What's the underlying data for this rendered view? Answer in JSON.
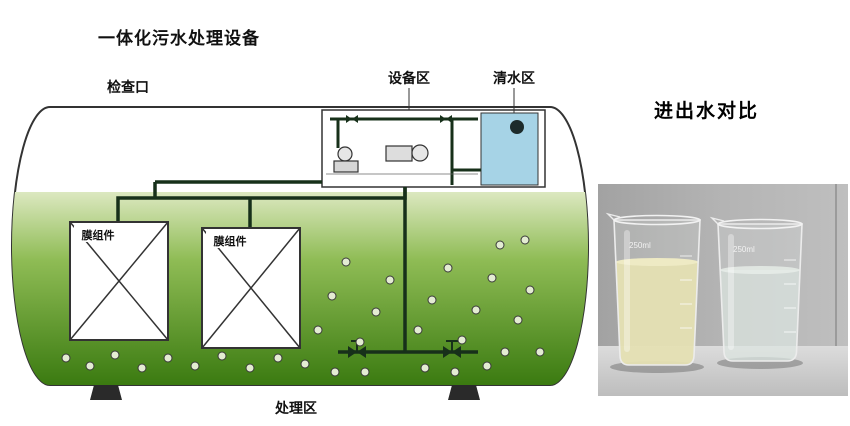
{
  "diagram": {
    "title": "一体化污水处理设备",
    "labels": {
      "inspection_port": "检查口",
      "equipment_area": "设备区",
      "clean_water_area": "清水区",
      "treatment_area": "处理区"
    },
    "membrane_modules": [
      {
        "label": "膜组件"
      },
      {
        "label": "膜组件"
      }
    ],
    "colors": {
      "water_gradient_top": "#dce8c0",
      "water_gradient_mid": "#8fbc55",
      "water_gradient_bottom": "#3a7a10",
      "clean_water": "#a6d3e6",
      "pipe": "#17301a",
      "tank_outline": "#333333"
    }
  },
  "comparison": {
    "title": "进出水对比",
    "beakers": [
      {
        "volume_label": "250ml",
        "liquid_color": "#e4dda8"
      },
      {
        "volume_label": "250ml",
        "liquid_color": "#d9e3dd"
      }
    ]
  }
}
